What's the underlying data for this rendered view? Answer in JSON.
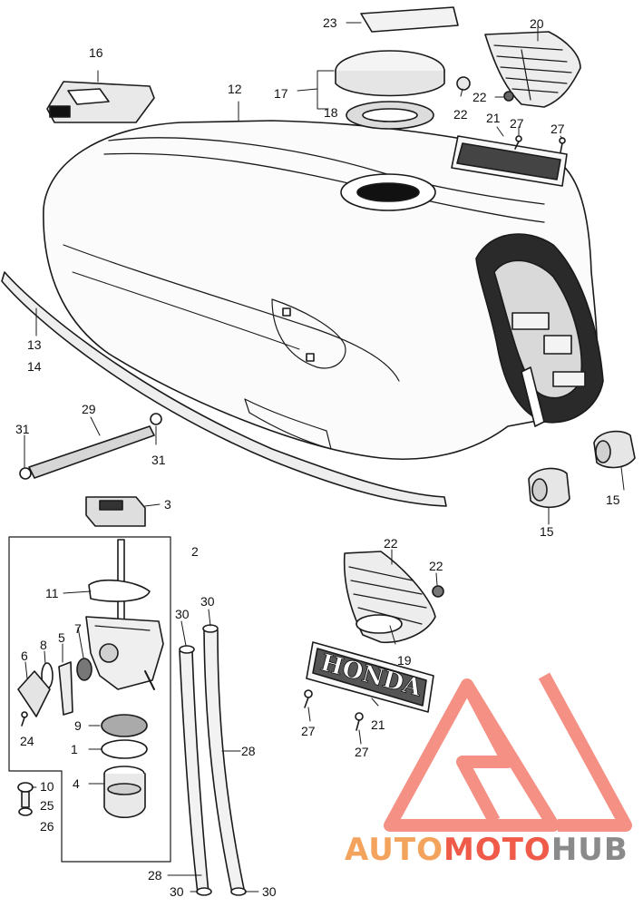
{
  "callouts": {
    "p1": "1",
    "p2": "2",
    "p3": "3",
    "p4": "4",
    "p5": "5",
    "p6": "6",
    "p7": "7",
    "p8": "8",
    "p9": "9",
    "p10": "10",
    "p11": "11",
    "p12": "12",
    "p13": "13",
    "p14": "14",
    "p15a": "15",
    "p15b": "15",
    "p16": "16",
    "p17": "17",
    "p18": "18",
    "p19": "19",
    "p20": "20",
    "p21a": "21",
    "p21b": "21",
    "p22a": "22",
    "p22b": "22",
    "p22c": "22",
    "p22d": "22",
    "p23": "23",
    "p24": "24",
    "p25": "25",
    "p26": "26",
    "p27a": "27",
    "p27b": "27",
    "p27c": "27",
    "p27d": "27",
    "p28a": "28",
    "p28b": "28",
    "p29": "29",
    "p30a": "30",
    "p30b": "30",
    "p30c": "30",
    "p30d": "30",
    "p31a": "31",
    "p31b": "31"
  },
  "emblem_text": "HONDA",
  "watermark": {
    "part1": "AUTO",
    "part2": "MOTO",
    "part3": "HUB"
  },
  "colors": {
    "line": "#1a1a1a",
    "watermark_triangle": "#f26b5b",
    "watermark_auto": "#f4a35c",
    "watermark_moto": "#f05a49",
    "watermark_hub": "#8a8a8a"
  }
}
